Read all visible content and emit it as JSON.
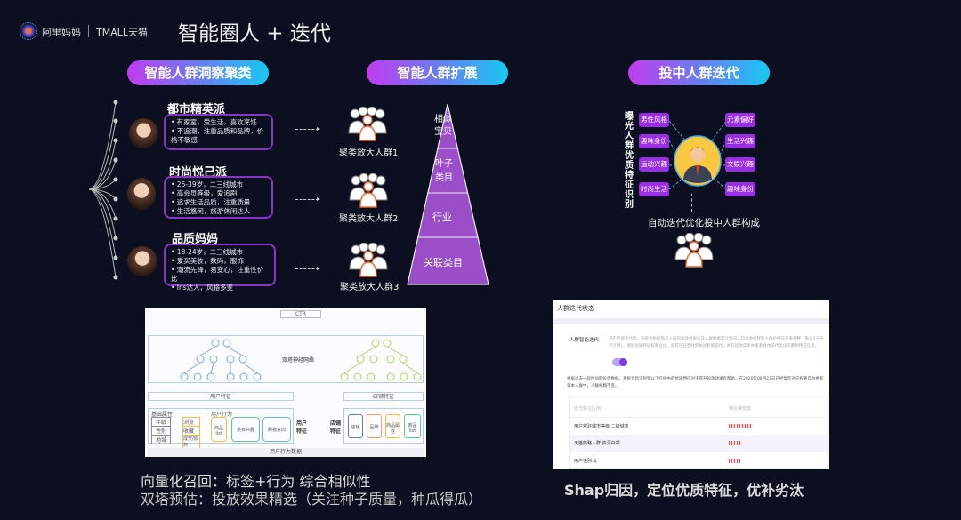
{
  "header": {
    "logo_alimama": "阿里妈妈",
    "logo_tmall": "TMALL天猫",
    "title": "智能圈人 + 迭代"
  },
  "sections": {
    "left": "智能人群洞察聚类",
    "middle": "智能人群扩展",
    "right": "投中人群迭代"
  },
  "personas": [
    {
      "title": "都市精英派",
      "bullets": [
        "• 有家室，爱生活，喜欢烹饪",
        "• 不追潮，注重品质和品牌，价格不敏感"
      ]
    },
    {
      "title": "时尚悦己派",
      "bullets": [
        "• 25-39岁，二三线城市",
        "• 高会员等级，爱追剧",
        "• 追求生活品质，注重质量",
        "• 生活悠闲，旅游休闲达人"
      ]
    },
    {
      "title": "品质妈妈",
      "bullets": [
        "• 18-24岁，二三线城市",
        "• 爱买美妆，数码，服饰",
        "• 潮流先锋，易变心，注重性价比",
        "• Ins达人，风格多变"
      ]
    }
  ],
  "expansion": {
    "groups": [
      "聚类放大人群1",
      "聚类放大人群2",
      "聚类放大人群3"
    ],
    "pyramid": [
      "相似宝贝",
      "叶子类目",
      "行业",
      "关联类目"
    ]
  },
  "iteration": {
    "vertical_label": "曝光人群优质特征识别",
    "left_tags": [
      "男性风格",
      "趣味身份",
      "运动兴趣",
      "时尚生活"
    ],
    "right_tags": [
      "元素偏好",
      "生活兴趣",
      "文娱兴趣",
      "趣味身份"
    ],
    "caption": "自动迭代优化投中人群构成"
  },
  "diagram": {
    "top": "CTR",
    "network": "双塔神经网络",
    "user_feature": "用户特征",
    "shop_feature": "店铺特征",
    "basic_attr": "基础属性",
    "basic_items": [
      "年龄",
      "性别",
      "地域"
    ],
    "behavior": "用户行为",
    "behavior_items": [
      "浏览",
      "收藏",
      "成交/加购"
    ],
    "item_boxes": [
      "商品list",
      "类目兴趣",
      "购物意向"
    ],
    "user_side": "用户特征",
    "shop_side": "店铺特征",
    "shop_items": [
      "店铺",
      "品牌",
      "商品属性",
      "商品list"
    ],
    "bottom": "用户行为数据"
  },
  "status_panel": {
    "title": "人群迭代状态",
    "setting_label": "人群智能迭代",
    "setting_desc": "开启智能迭代后，系统会根据单品人群的投放效果以及人群数据累计情况，自动进行智能人群的特征权重调整（每3-5天迭代计算），增加优质特征权重占比。您可在任意时刻关闭智能迭代，并在投放菜单中查看具体迭代优化的重要特征信息。",
    "toggle_on": true,
    "notice": "根据过去一段时间的投放数据，系统为您识别到以下红榜中的优质特征对于提升投放效果有帮助，在2020年06月22日已经帮您对应权重自动更新到本人群中，人群规模不变。",
    "col_feature": "迭代特征应用",
    "col_weight": "特征推荐度",
    "rows": [
      {
        "name": "用户常驻城市等级:二级城市",
        "level": 0.7
      },
      {
        "name": "天猫策略人群:资深白领",
        "level": 0.4
      },
      {
        "name": "用户性别:女",
        "level": 0.35
      }
    ]
  },
  "captions": {
    "left_line1": "向量化召回：标签+行为 综合相似性",
    "left_line2": "双塔预估：投放效果精选（关注种子质量，种瓜得瓜）",
    "right": "Shap归因，定位优质特征，优补劣汰"
  },
  "colors": {
    "background": "#0b0f1f",
    "accent_purple": "#9a2ee6",
    "pill_start": "#c13cf0",
    "pill_end": "#18c8f2"
  }
}
